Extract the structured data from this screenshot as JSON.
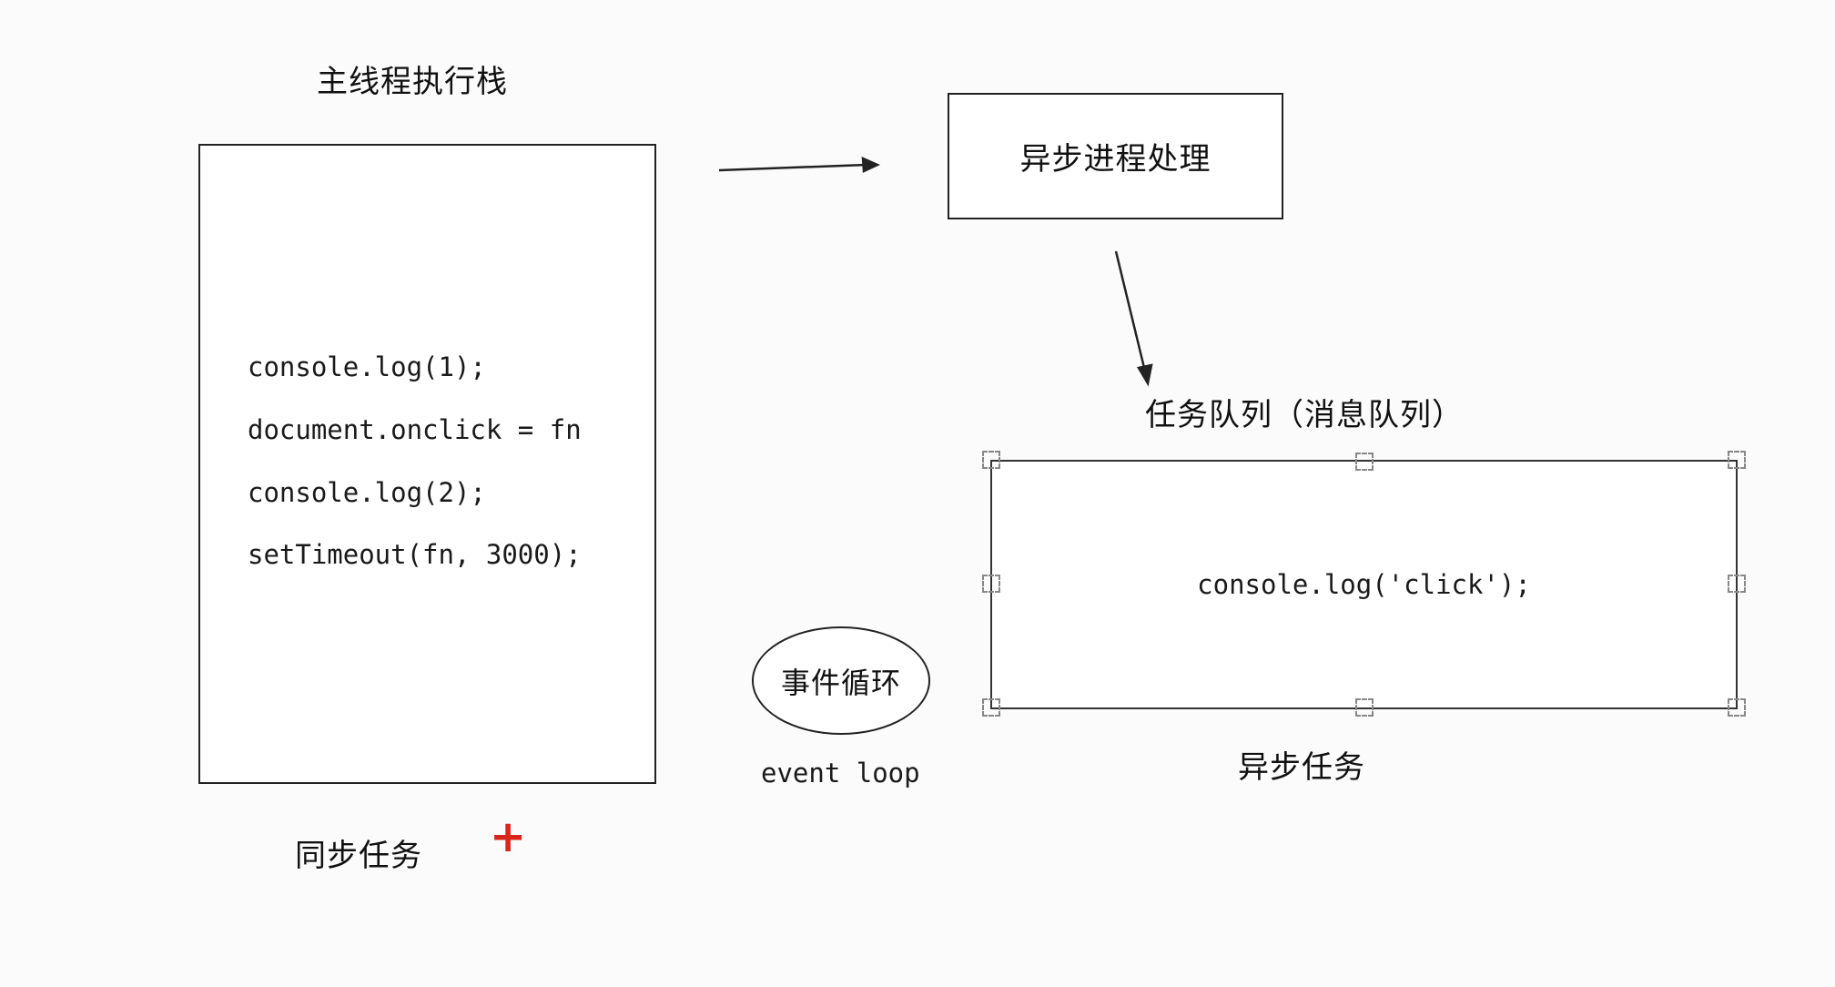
{
  "labels": {
    "main_stack": "主线程执行栈",
    "sync_tasks": "同步任务",
    "async_process": "异步进程处理",
    "task_queue": "任务队列（消息队列）",
    "async_tasks": "异步任务",
    "event_loop_cn": "事件循环",
    "event_loop_en": "event loop",
    "plus": "+"
  },
  "stack_code": [
    "console.log(1);",
    "document.onclick = fn",
    "console.log(2);",
    "setTimeout(fn, 3000);"
  ],
  "queue_code": "console.log('click');",
  "colors": {
    "background": "#fcfbfb",
    "box_border": "#222222",
    "plus": "#d9251b",
    "handle": "#888888"
  }
}
